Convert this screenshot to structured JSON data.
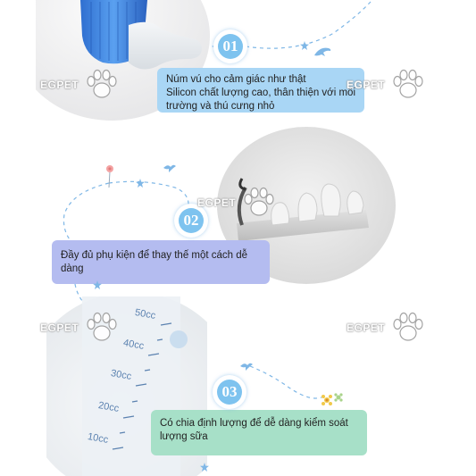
{
  "watermark": {
    "brand": "EGPET",
    "logo_icon": "paw-icon"
  },
  "colors": {
    "card_1": "#a9d6f5",
    "card_2": "#b4bcf0",
    "card_3": "#a7e0c8",
    "badge": "#7ec3ef",
    "dashes": "#7fb7e6"
  },
  "features": [
    {
      "number": "01",
      "lines": [
        "Núm vú cho cảm giác như thật",
        "Silicon chất lượng cao, thân thiện với môi",
        "trường và thú cưng nhỏ"
      ]
    },
    {
      "number": "02",
      "lines": [
        "Đầy đủ phụ kiện để thay thế một cách dễ",
        "dàng"
      ]
    },
    {
      "number": "03",
      "lines": [
        "Có chia định lượng để dễ dàng kiểm soát",
        "lượng sữa"
      ]
    }
  ],
  "bottle_scale": [
    "50cc",
    "40cc",
    "30cc",
    "20cc",
    "10cc"
  ],
  "decorations": [
    "dolphin-icon",
    "bird-icon",
    "flower-icon",
    "star-icon"
  ]
}
